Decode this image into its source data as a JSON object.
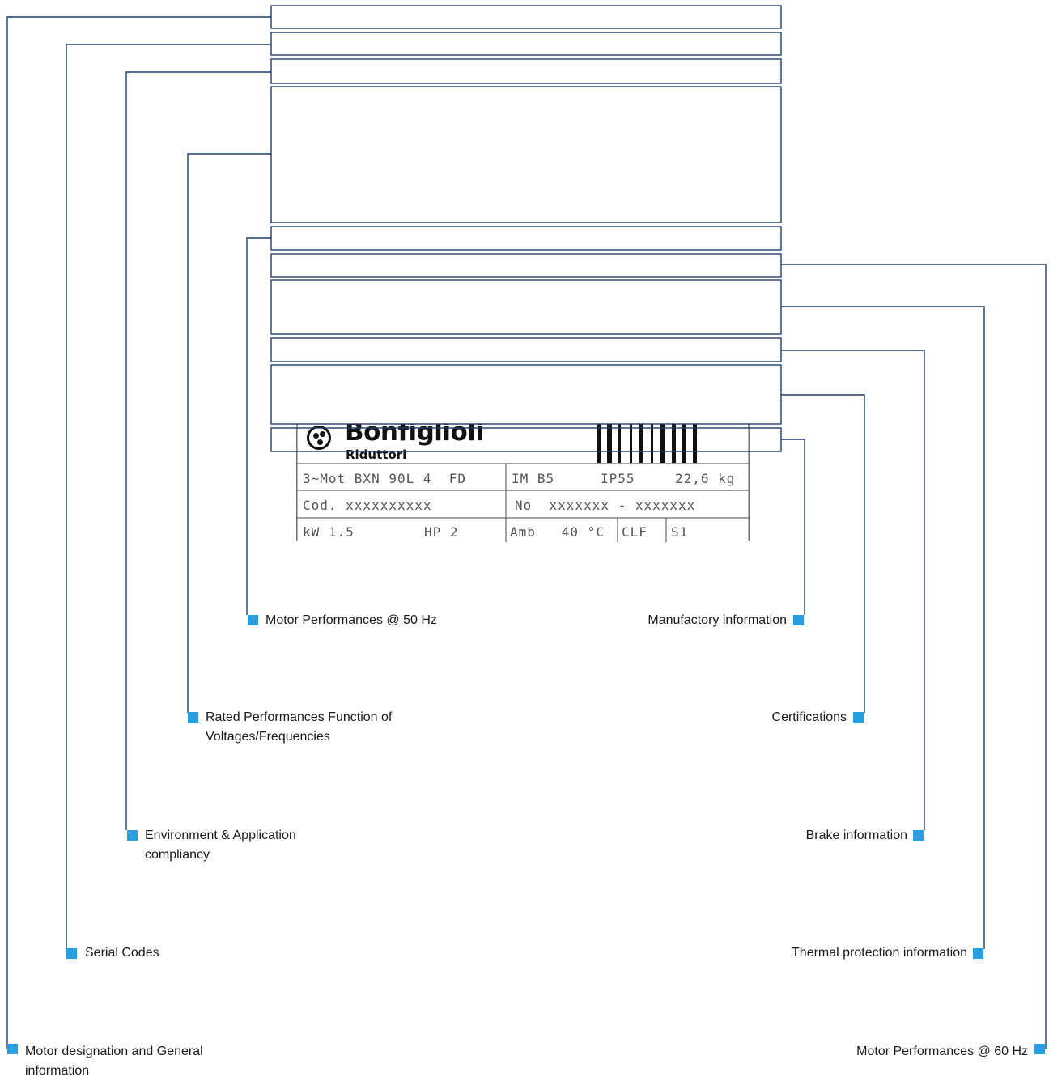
{
  "callouts": {
    "motor_50hz": "Motor Performances @ 50 Hz",
    "rated_performances": "Rated Performances Function of Voltages/Frequencies",
    "environment": "Environment & Application compliancy",
    "serial_codes": "Serial Codes",
    "motor_designation": "Motor designation and General information",
    "manufactory": "Manufactory information",
    "certifications": "Certifications",
    "brake": "Brake information",
    "thermal": "Thermal protection information",
    "motor_60hz": "Motor Performances @ 60 Hz"
  },
  "nameplate": {
    "brand": "Bonfiglioli",
    "brand_sub": "Riduttori",
    "row1": {
      "designation": "3~Mot BXN 90L 4  FD",
      "mounting": "IM B5",
      "protection": "IP55",
      "weight": "22,6 kg"
    },
    "row2": {
      "code": "Cod. xxxxxxxxxx",
      "serial": "No  xxxxxxx - xxxxxxx"
    },
    "row3": {
      "power_kw": "kW 1.5",
      "power_hp": "HP 2",
      "ambient": "Amb   40 °C",
      "insulation": "CLF",
      "duty": "S1"
    }
  },
  "colors": {
    "line": "#1f3d6b",
    "marker": "#2a9de0",
    "text": "#1a1a1a"
  }
}
